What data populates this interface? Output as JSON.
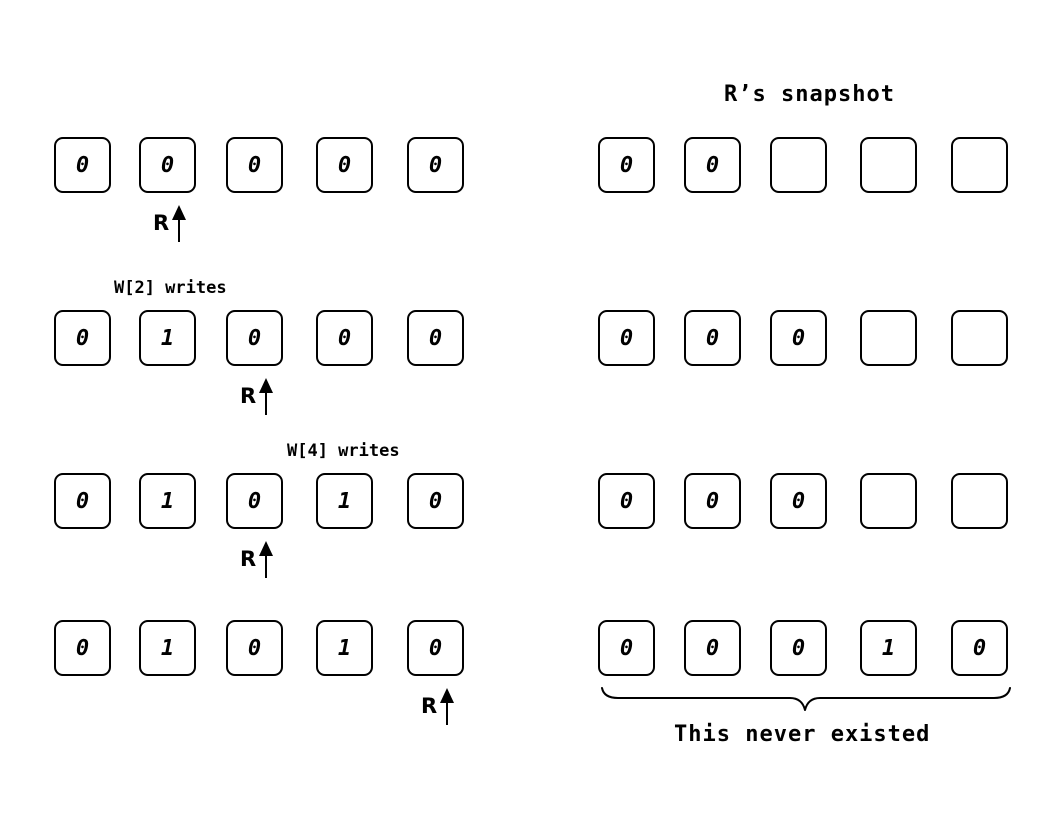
{
  "snapshot_title": "R’s snapshot",
  "pointer_label": "R",
  "rows": [
    {
      "memory": [
        "0",
        "0",
        "0",
        "0",
        "0"
      ],
      "snapshot": [
        "0",
        "0",
        "",
        "",
        ""
      ],
      "write_label": "",
      "pointer_index": 1
    },
    {
      "memory": [
        "0",
        "1",
        "0",
        "0",
        "0"
      ],
      "snapshot": [
        "0",
        "0",
        "0",
        "",
        ""
      ],
      "write_label": "W[2] writes",
      "pointer_index": 2
    },
    {
      "memory": [
        "0",
        "1",
        "0",
        "1",
        "0"
      ],
      "snapshot": [
        "0",
        "0",
        "0",
        "",
        ""
      ],
      "write_label": "W[4] writes",
      "pointer_index": 2
    },
    {
      "memory": [
        "0",
        "1",
        "0",
        "1",
        "0"
      ],
      "snapshot": [
        "0",
        "0",
        "0",
        "1",
        "0"
      ],
      "write_label": "",
      "pointer_index": 4
    }
  ],
  "brace_caption": "This never existed"
}
